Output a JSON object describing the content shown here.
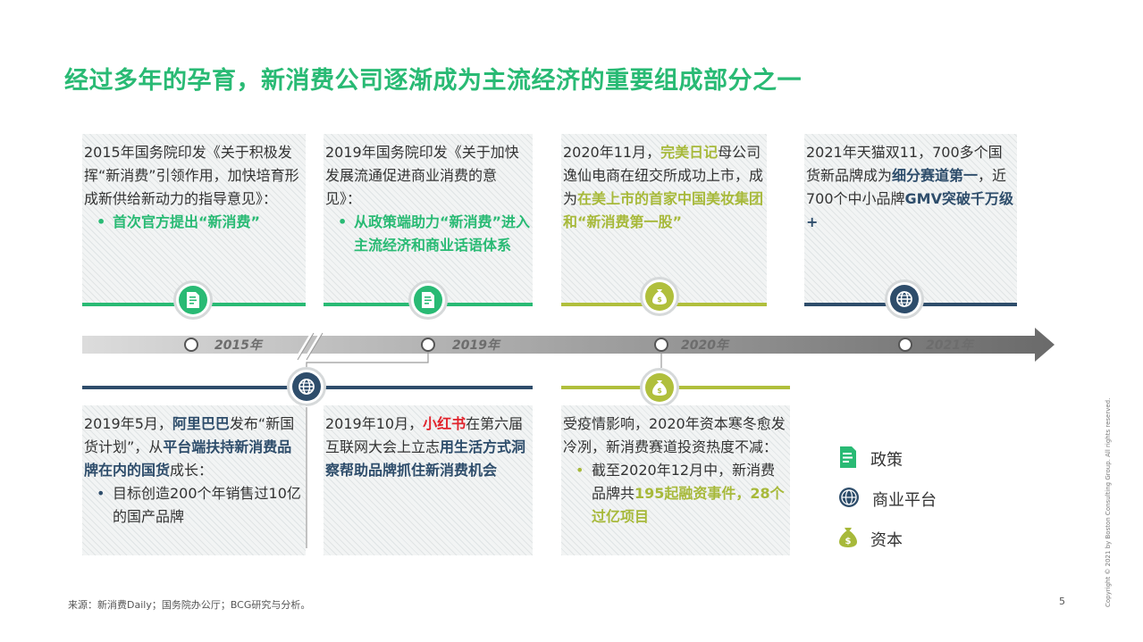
{
  "title": "经过多年的孕育，新消费公司逐渐成为主流经济的重要组成部分之一",
  "colors": {
    "title": "#29ba74",
    "policy": "#29ba74",
    "capital": "#a7b93a",
    "platform": "#2e4d6b",
    "highlight_red": "#e1232c",
    "timeline": "#7a7a7a"
  },
  "timeline": {
    "years": [
      "2015年",
      "2019年",
      "2020年",
      "2021年"
    ]
  },
  "events": {
    "e2015": {
      "icon": "policy-document-icon",
      "p1": "2015年国务院印发《关于积极发挥“新消费”引领作用，加快培育形成新供给新动力的指导意见》：",
      "bullet": "首次官方提出“新消费”"
    },
    "e2019": {
      "icon": "policy-document-icon",
      "p1": "2019年国务院印发《关于加快发展流通促进商业消费的意见》：",
      "bullet": "从政策端助力“新消费”进入主流经济和商业话语体系"
    },
    "e2020_nov": {
      "icon": "money-bag-icon",
      "t1": "2020年11月，",
      "t2": "完美日记",
      "t3": "母公司逸仙电商在纽交所成功上市，成为",
      "t4": "在美上市的首家中国美妆集团和“新消费第一股”"
    },
    "e2021": {
      "icon": "globe-icon",
      "t1": "2021年天猫双11，700多个国货新品牌成为",
      "t2": "细分赛道第一",
      "t3": "，近700个中小品牌",
      "t4": "GMV突破千万级+"
    },
    "e2019_may": {
      "icon": "globe-icon",
      "t1": "2019年5月，",
      "t2": "阿里巴巴",
      "t3": "发布“新国货计划”，从",
      "t4": "平台端扶持新消费品牌在内的国货",
      "t5": "成长：",
      "bullet": "目标创造200个年销售过10亿的国产品牌"
    },
    "e2019_oct": {
      "t1": "2019年10月，",
      "t2": "小红书",
      "t3": "在第六届互联网大会上立志",
      "t4": "用生活方式洞察帮助品牌抓住新消费机会"
    },
    "e2020_cap": {
      "icon": "money-bag-icon",
      "p1": "受疫情影响，2020年资本寒冬愈发冷冽，新消费赛道投资热度不减：",
      "b1": "截至2020年12月中，新消费品牌共",
      "b2": "195起融资事件，28个过亿项目"
    }
  },
  "legend": [
    {
      "label": "政策",
      "icon": "policy-document-icon"
    },
    {
      "label": "商业平台",
      "icon": "globe-icon"
    },
    {
      "label": "资本",
      "icon": "money-bag-icon"
    }
  ],
  "footer": {
    "source": "来源：新消费Daily；国务院办公厅；BCG研究与分析。",
    "page": "5",
    "copyright": "Copyright © 2021 by Boston Consulting Group. All rights reserved."
  }
}
